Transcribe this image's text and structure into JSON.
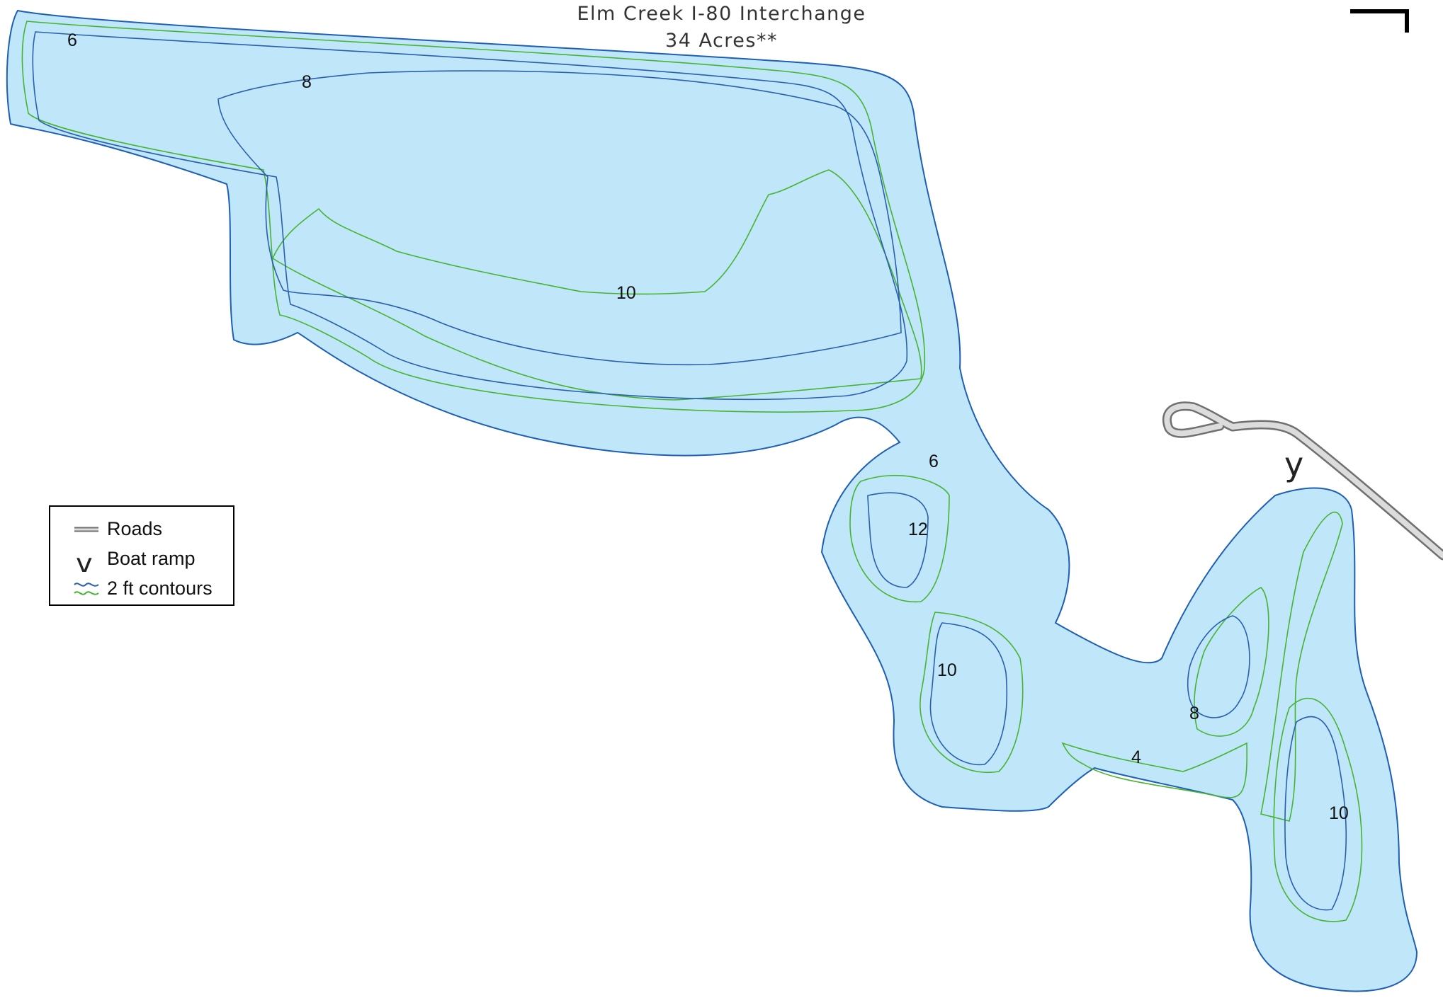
{
  "title": {
    "line1": "Elm Creek I-80 Interchange",
    "line2": "34 Acres**"
  },
  "depth_labels": [
    "6",
    "8",
    "10",
    "6",
    "12",
    "10",
    "4",
    "8",
    "10"
  ],
  "boat_ramp_glyph": "y",
  "legend": {
    "items": [
      {
        "label": "Roads",
        "icon": "road-line-icon"
      },
      {
        "label": "Boat ramp",
        "icon": "boat-ramp-icon"
      },
      {
        "label": "2 ft contours",
        "icon": "contour-lines-icon"
      }
    ]
  },
  "colors": {
    "water": "#c0e6fa",
    "shore": "#1e5fb4",
    "contour_green": "#46b432",
    "contour_blue": "#2a5fb0",
    "road_fill": "#dcdcdc",
    "road_edge": "#707070"
  }
}
